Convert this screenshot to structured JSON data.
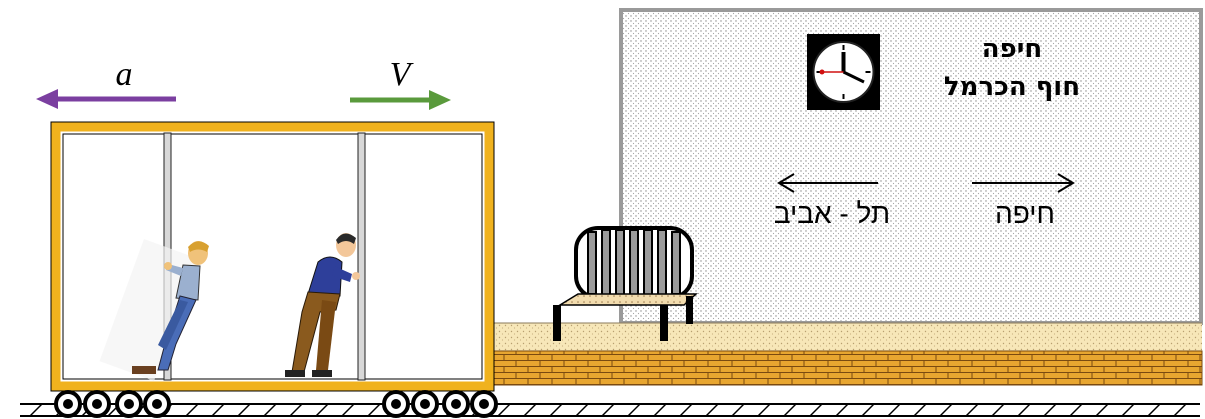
{
  "labels": {
    "acceleration": "a",
    "velocity": "V"
  },
  "sign": {
    "city": "חיפה",
    "station": "חוף הכרמל",
    "dir_left": "תל - אביב",
    "dir_right": "חיפה"
  },
  "colors": {
    "acceleration_arrow": "#7b3fa0",
    "velocity_arrow": "#5a9a3c",
    "car_frame": "#f0b21e",
    "brick": "#e8a630",
    "platform": "#f6e6b4"
  },
  "icons": {
    "clock": "wall-clock-icon"
  }
}
